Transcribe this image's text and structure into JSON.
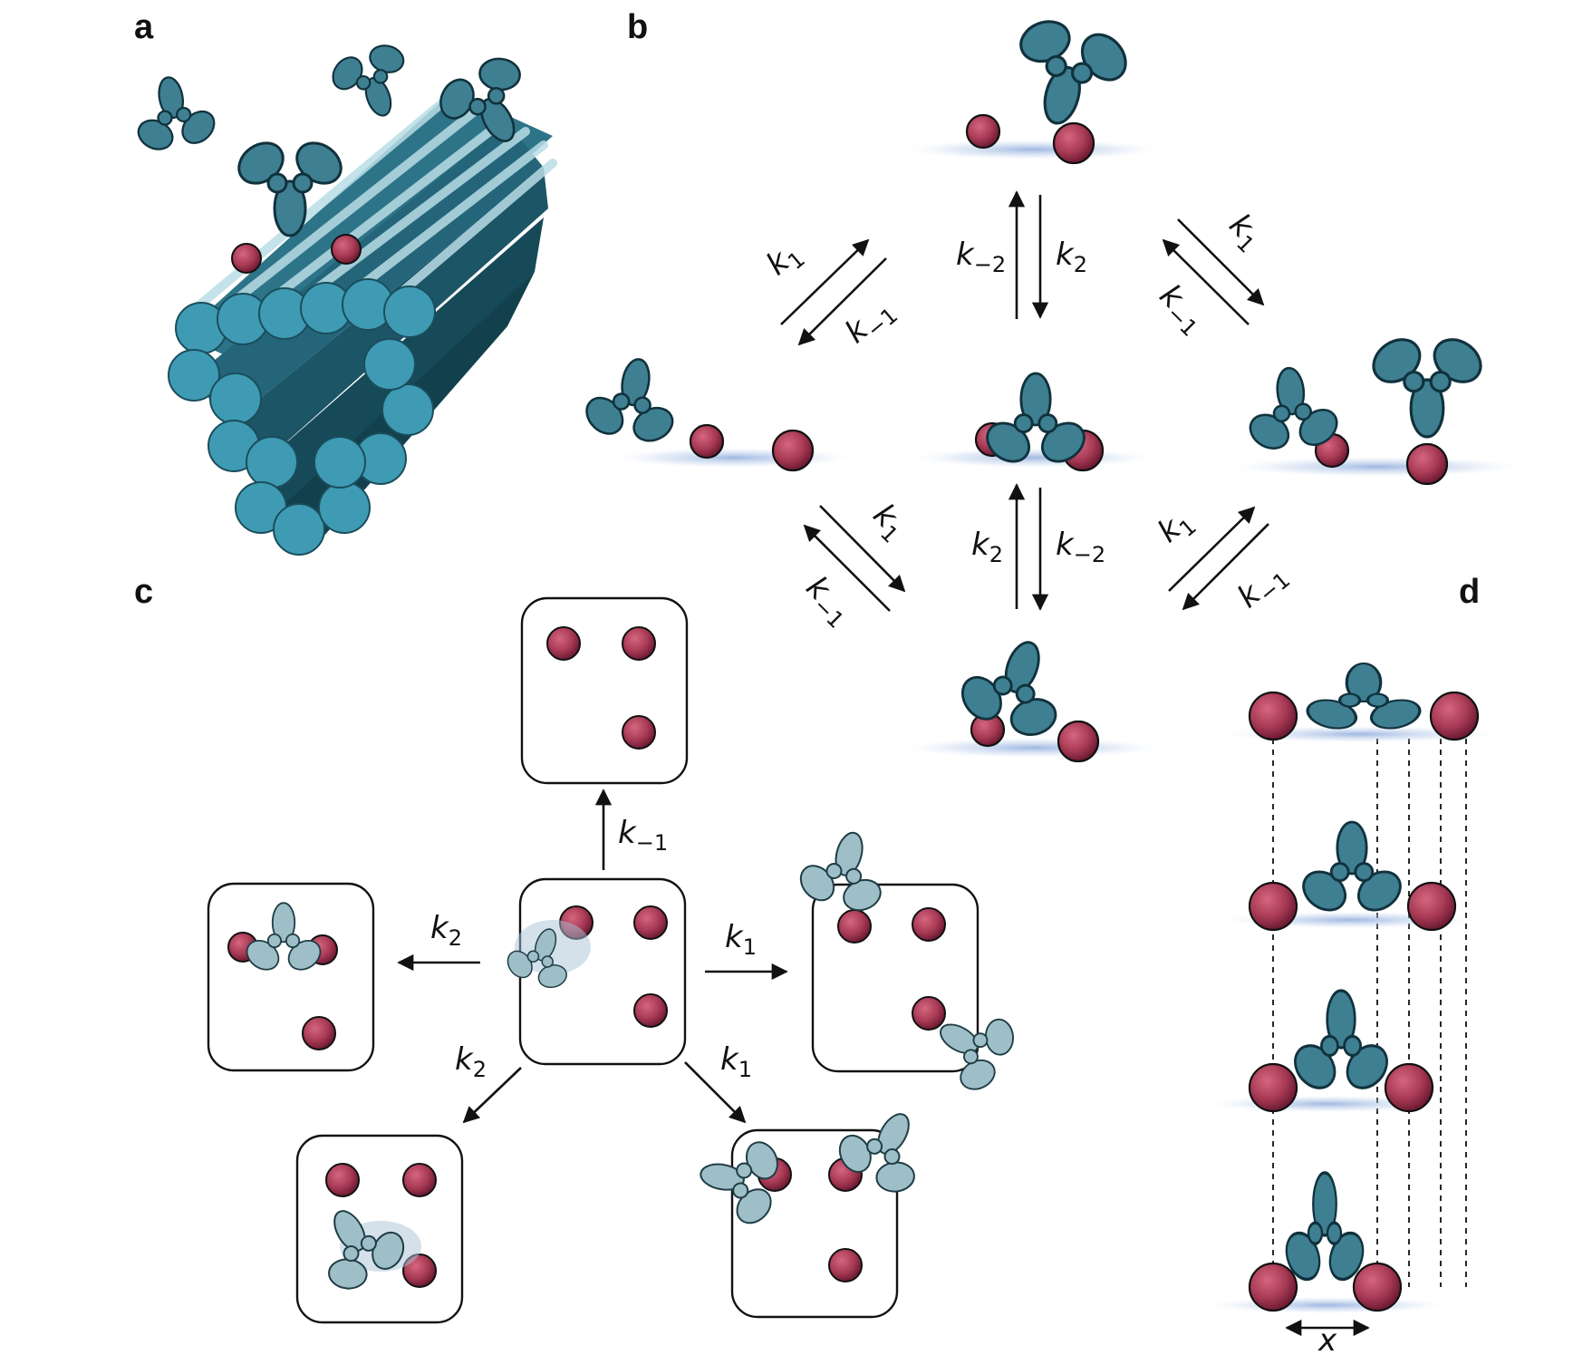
{
  "panels": {
    "a": "a",
    "b": "b",
    "c": "c",
    "d": "d"
  },
  "rates": {
    "k1": {
      "base": "k",
      "sub": "1"
    },
    "km1": {
      "base": "k",
      "sub": "−1"
    },
    "k2": {
      "base": "k",
      "sub": "2"
    },
    "km2": {
      "base": "k",
      "sub": "−2"
    }
  },
  "panel_d": {
    "distance_label": "x"
  },
  "colors": {
    "rod": "#3a8fa6",
    "rod_end": "#3e9bb3",
    "antibody": "#3f7f92",
    "antigen": "#a83a55",
    "antigen_dark": "#6e1b33",
    "shadow": "#8aa7d6"
  }
}
